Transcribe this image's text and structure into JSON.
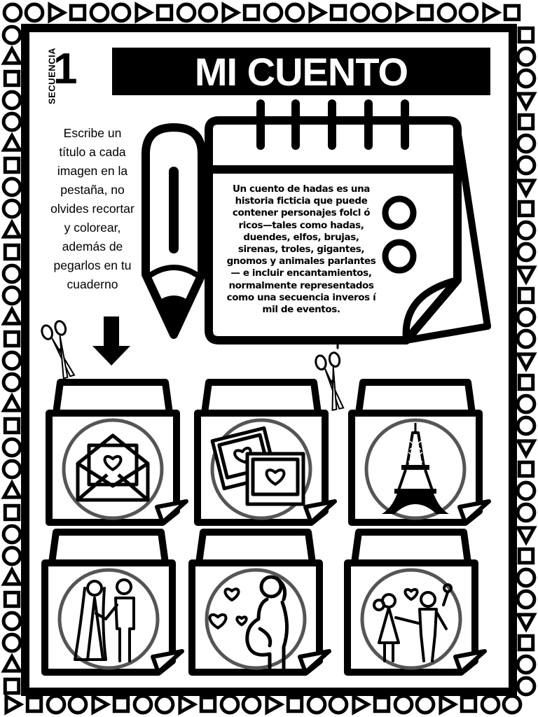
{
  "header": {
    "sequence_label": "SECUENCIA",
    "sequence_number": "1",
    "title": "MI CUENTO"
  },
  "instructions": "Escribe un título a cada imagen en la pestaña, no olvides recortar y colorear, además de pegarlos en tu cuaderno",
  "story_text": "Un cuento de hadas es una historia ficticia que puede contener personajes folcl ó ricos—tales como hadas, duendes, elfos, brujas, sirenas, troles, gigantes, gnomos y animales parlantes— e incluir encantamientos, normalmente representados como una secuencia inveros í mil de eventos.",
  "cards": [
    {
      "image": "love-letter-icon"
    },
    {
      "image": "heart-photos-icon"
    },
    {
      "image": "eiffel-tower-icon"
    },
    {
      "image": "wedding-couple-icon"
    },
    {
      "image": "pregnant-woman-icon"
    },
    {
      "image": "family-icon"
    }
  ],
  "colors": {
    "ink": "#000000",
    "paper": "#ffffff",
    "circle": "#555555"
  }
}
